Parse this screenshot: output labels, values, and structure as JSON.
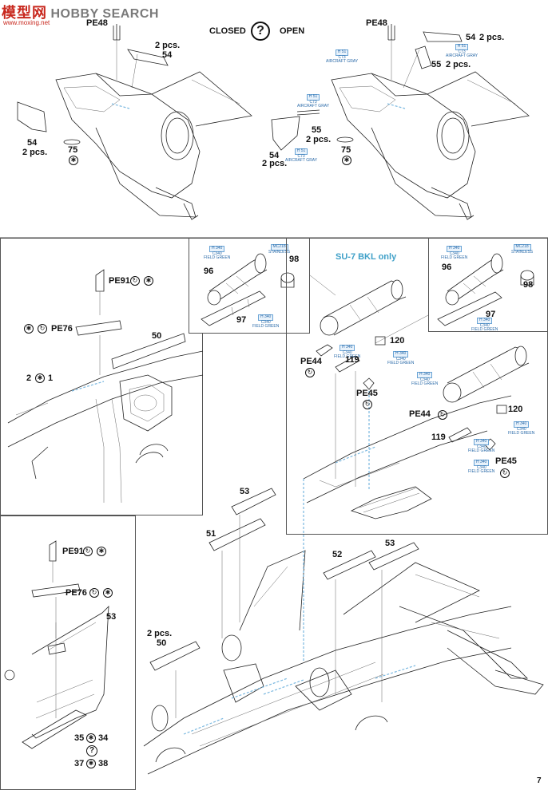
{
  "watermark": {
    "logo": "模型网",
    "brand": "HOBBY SEARCH",
    "url": "www.moxing.net"
  },
  "header": {
    "closed": "CLOSED",
    "question": "?",
    "open": "OPEN"
  },
  "top_left": {
    "pe48": "PE48",
    "qty_2pcs_a": "2 pcs.",
    "p54_a": "54",
    "p54_b": "54",
    "qty_2pcs_b": "2 pcs.",
    "p75": "75"
  },
  "top_right": {
    "pe48": "PE48",
    "p54_a": "54",
    "qty_2pcs_a": "2 pcs.",
    "p55_a": "55",
    "qty_2pcs_b": "2 pcs.",
    "p55_b": "55",
    "qty_2pcs_c": "2 pcs.",
    "p54_b": "54",
    "qty_2pcs_d": "2 pcs.",
    "p75": "75",
    "color_codes": [
      "H 51",
      "C73",
      "AIRCRAFT GRAY"
    ]
  },
  "mid_left": {
    "pe91": "PE91",
    "pe76": "PE76",
    "p50": "50",
    "p2": "2",
    "p1": "1"
  },
  "exhaust_box_a": {
    "p96": "96",
    "p97": "97",
    "p98": "98",
    "color_green": [
      "H 340",
      "C340",
      "FIELD GREEN"
    ],
    "color_steel": [
      "MC218",
      "STAINLESS"
    ]
  },
  "exhaust_box_b": {
    "p96": "96",
    "p97": "97",
    "p98": "98",
    "color_green": [
      "H 340",
      "C340",
      "FIELD GREEN"
    ],
    "color_steel": [
      "MC218",
      "STAINLESS"
    ]
  },
  "mid_right": {
    "title": "SU-7 BKL only",
    "p120_a": "120",
    "pe44_a": "PE44",
    "p119_a": "119",
    "pe45_a": "PE45",
    "p120_b": "120",
    "pe44_b": "PE44",
    "p119_b": "119",
    "pe45_b": "PE45"
  },
  "bottom_left": {
    "pe91": "PE91",
    "pe76": "PE76",
    "p53": "53",
    "p35": "35",
    "p34": "34",
    "p37": "37",
    "p38": "38",
    "q": "?"
  },
  "bottom_main": {
    "p53_a": "53",
    "p51": "51",
    "p52": "52",
    "p53_b": "53",
    "qty_2pcs": "2 pcs.",
    "p50": "50"
  },
  "page_number": "7"
}
